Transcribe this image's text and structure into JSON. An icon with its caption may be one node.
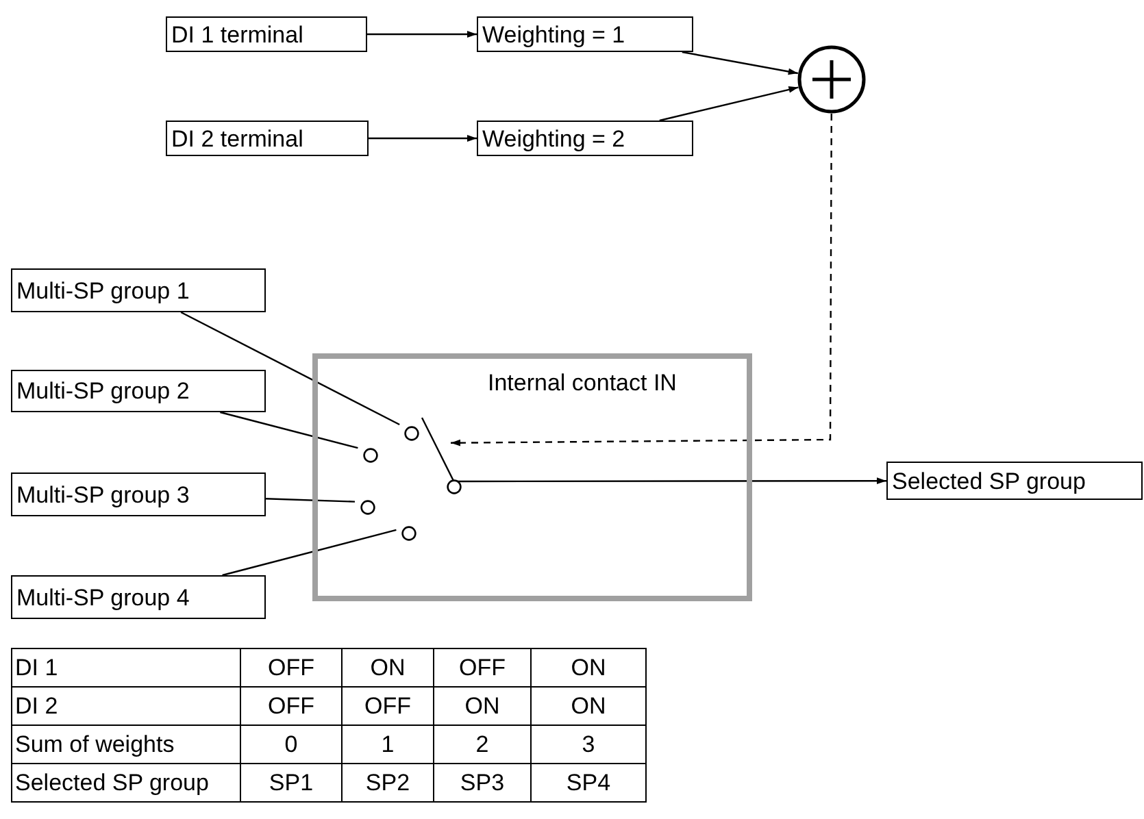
{
  "diagram": {
    "nodes": [
      {
        "text": [
          "DI 1 terminal"
        ]
      },
      {
        "text": [
          "Weighting = 1"
        ]
      },
      {
        "text": [
          "DI 2 terminal"
        ]
      },
      {
        "text": [
          "Weighting = 2"
        ]
      },
      {
        "text": [],
        "shape": "circle"
      },
      {
        "text": [
          "Internal contact IN"
        ]
      },
      {
        "text": [
          "Multi-SP group 1"
        ]
      },
      {
        "text": [
          "Multi-SP group 2"
        ]
      },
      {
        "text": [
          "Multi-SP group 3"
        ]
      },
      {
        "text": [
          "Multi-SP group 4"
        ]
      },
      {
        "text": [],
        "shape": "circle",
        "in": 5
      },
      {
        "text": [],
        "shape": "circle",
        "in": 5
      },
      {
        "text": [],
        "shape": "circle",
        "in": 5
      },
      {
        "text": [],
        "shape": "circle",
        "in": 5
      },
      {
        "text": [],
        "shape": "circle",
        "in": 5
      },
      {
        "text": [],
        "shape": "switch",
        "in": 5
      },
      {
        "text": [
          "Selected SP group"
        ]
      }
    ],
    "edges": [
      {
        "from": 0,
        "to": 1,
        "arrow": "to"
      },
      {
        "from": 2,
        "to": 3,
        "arrow": "to"
      },
      {
        "from": 1,
        "to": 4,
        "arrow": "to"
      },
      {
        "from": 3,
        "to": 4,
        "arrow": "to"
      },
      {
        "from": 4,
        "to": 15,
        "arrow": "to",
        "style": "dashed"
      },
      {
        "from": 6,
        "to": 10,
        "arrow": "none"
      },
      {
        "from": 7,
        "to": 11,
        "arrow": "none"
      },
      {
        "from": 8,
        "to": 12,
        "arrow": "none"
      },
      {
        "from": 9,
        "to": 13,
        "arrow": "none"
      },
      {
        "from": 14,
        "to": 16,
        "arrow": "to"
      }
    ],
    "labels": [
      "DI 1",
      "OFF",
      "ON",
      "OFF",
      "ON",
      "DI 2",
      "OFF",
      "OFF",
      "ON",
      "ON",
      "Sum of weights",
      "0",
      "1",
      "2",
      "3",
      "Selected SP group",
      "SP1",
      "SP2",
      "SP3",
      "SP4"
    ]
  }
}
